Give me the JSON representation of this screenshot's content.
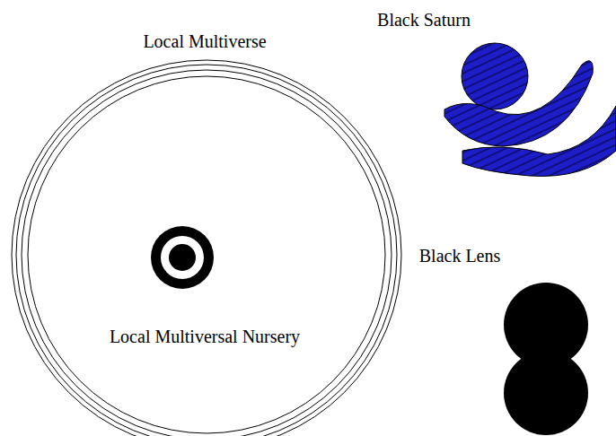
{
  "diagram": {
    "nodes": [
      {
        "text": [
          "Local Multiverse"
        ]
      },
      {
        "text": [
          "Local Multiversal Nursery"
        ],
        "in": 0
      },
      {
        "text": [
          "Black Saturn"
        ]
      },
      {
        "text": [
          "Black Lens"
        ]
      }
    ]
  }
}
